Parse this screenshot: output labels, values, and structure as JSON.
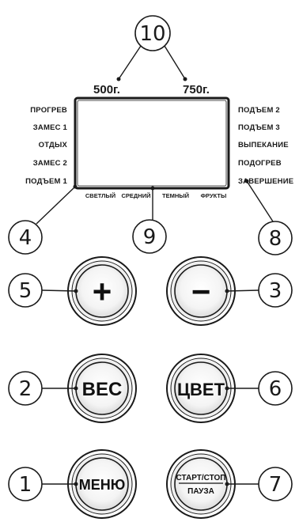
{
  "callouts": {
    "n1": "1",
    "n2": "2",
    "n3": "3",
    "n4": "4",
    "n5": "5",
    "n6": "6",
    "n7": "7",
    "n8": "8",
    "n9": "9",
    "n10": "10"
  },
  "weights": {
    "w500": "500г.",
    "w750": "750г."
  },
  "left_stages": [
    "ПРОГРЕВ",
    "ЗАМЕС 1",
    "ОТДЫХ",
    "ЗАМЕС 2",
    "ПОДЪЕМ 1"
  ],
  "right_stages": [
    "ПОДЪЕМ 2",
    "ПОДЪЕМ 3",
    "ВЫПЕКАНИЕ",
    "ПОДОГРЕВ",
    "ЗАВЕРШЕНИЕ"
  ],
  "crust_modes": [
    "СВЕТЛЫЙ",
    "СРЕДНИЙ",
    "ТЕМНЫЙ",
    "ФРУКТЫ"
  ],
  "buttons": {
    "plus": "+",
    "minus": "−",
    "weight": "ВЕС",
    "color": "ЦВЕТ",
    "menu": "МЕНЮ",
    "start_stop": "СТАРТ/СТОП",
    "pause": "ПАУЗА"
  }
}
